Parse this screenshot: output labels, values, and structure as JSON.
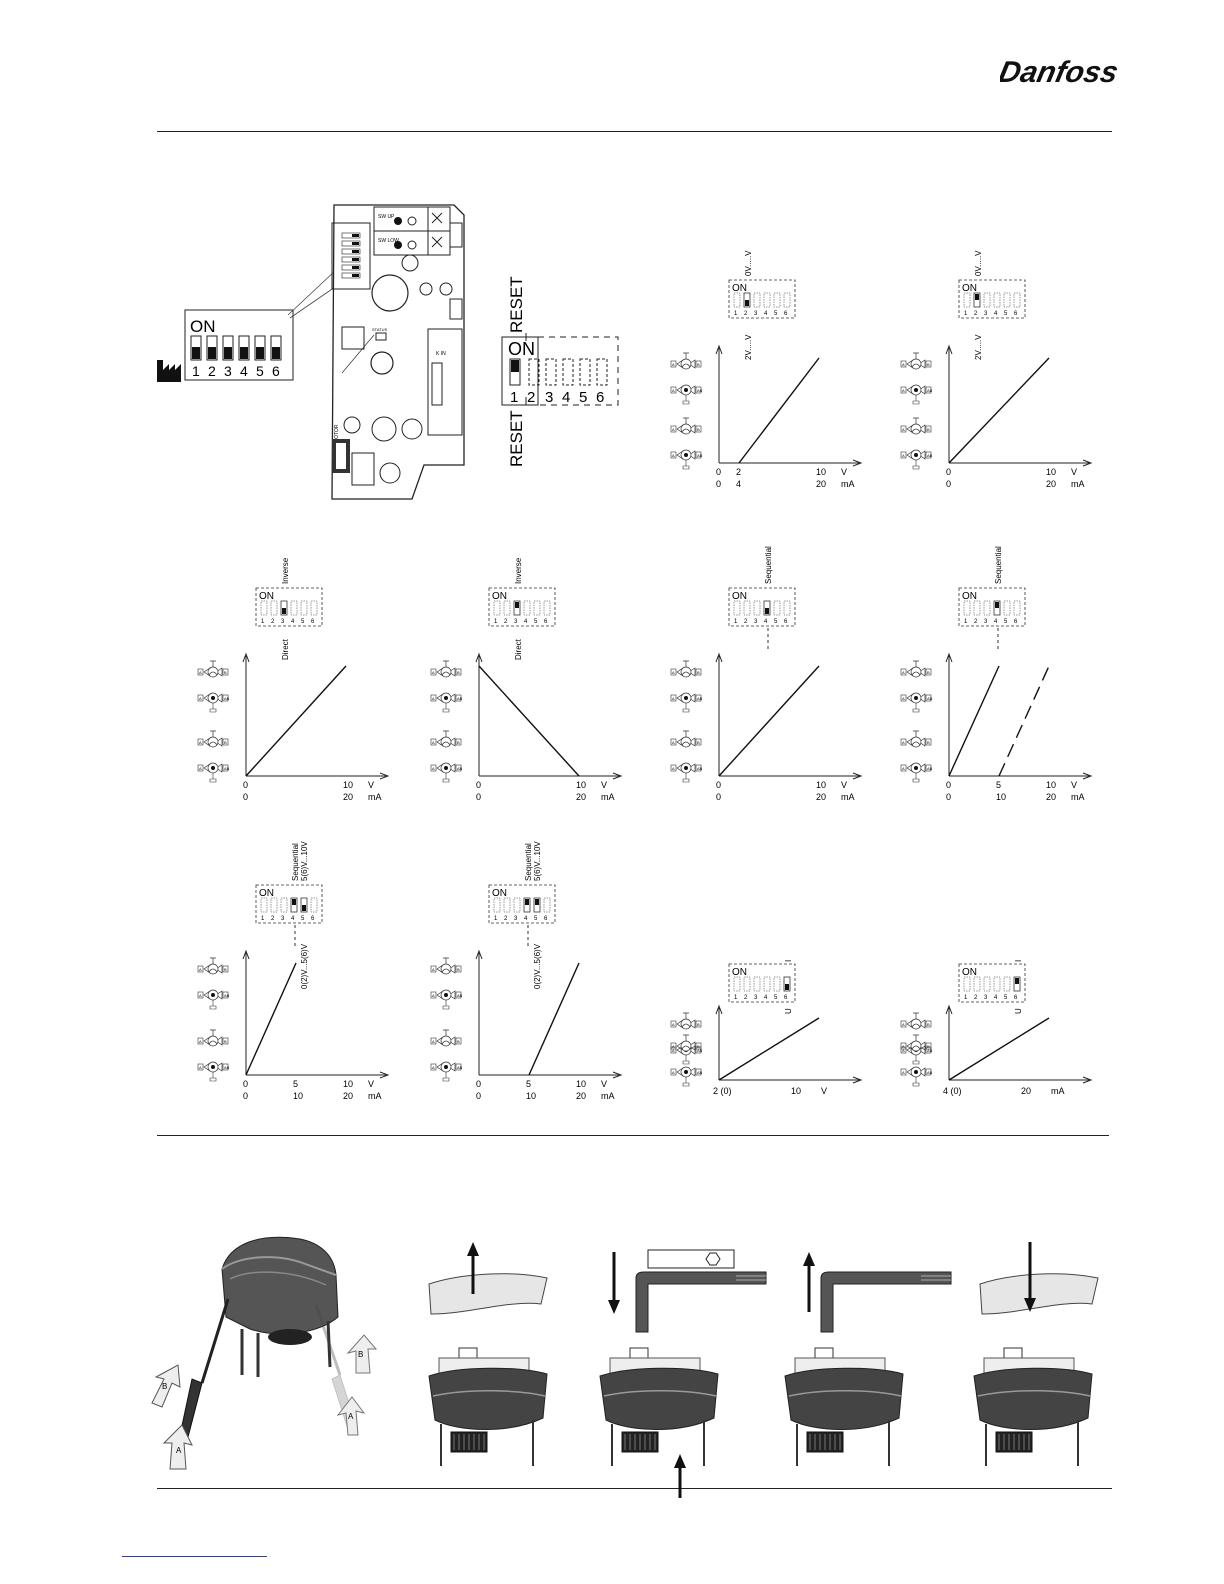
{
  "brand": {
    "logo_text": "Danfoss"
  },
  "dip": {
    "on_label": "ON",
    "positions": [
      "1",
      "2",
      "3",
      "4",
      "5",
      "6"
    ],
    "reset_label": "RESET"
  },
  "pcb": {
    "labels": [
      "SW UP",
      "SW LOW",
      "STATUS",
      "K IN",
      "MOTOR"
    ]
  },
  "switch_labels": {
    "voltage_top": "0V.....V",
    "voltage_bottom": "2V.....V",
    "inverse": "Inverse",
    "direct": "Direct",
    "sequential": "Sequential",
    "seq_high": "5(6)V...10V",
    "seq_low": "0(2)V...5(6)V",
    "u_label": "U",
    "i_label": "I"
  },
  "charts": [
    {
      "id": "chart-2-10v",
      "type": "line",
      "x_labels_v": [
        "0",
        "2",
        "10",
        "V"
      ],
      "x_labels_ma": [
        "0",
        "4",
        "20",
        "mA"
      ],
      "x": [
        2,
        10
      ],
      "y": [
        0,
        100
      ]
    },
    {
      "id": "chart-0-10v",
      "type": "line",
      "x_labels_v": [
        "0",
        "10",
        "V"
      ],
      "x_labels_ma": [
        "0",
        "20",
        "mA"
      ],
      "x": [
        0,
        10
      ],
      "y": [
        0,
        100
      ]
    },
    {
      "id": "chart-direct",
      "type": "line",
      "x_labels_v": [
        "0",
        "10",
        "V"
      ],
      "x_labels_ma": [
        "0",
        "20",
        "mA"
      ],
      "x": [
        0,
        10
      ],
      "y": [
        0,
        100
      ]
    },
    {
      "id": "chart-inverse",
      "type": "line",
      "x_labels_v": [
        "0",
        "10",
        "V"
      ],
      "x_labels_ma": [
        "0",
        "20",
        "mA"
      ],
      "x": [
        0,
        10
      ],
      "y": [
        100,
        0
      ]
    },
    {
      "id": "chart-sequential-off",
      "type": "line",
      "x_labels_v": [
        "0",
        "10",
        "V"
      ],
      "x_labels_ma": [
        "0",
        "20",
        "mA"
      ],
      "x": [
        0,
        10
      ],
      "y": [
        0,
        100
      ]
    },
    {
      "id": "chart-sequential-on",
      "type": "line",
      "x_labels_v": [
        "0",
        "5",
        "10",
        "V"
      ],
      "x_labels_ma": [
        "0",
        "10",
        "20",
        "mA"
      ],
      "series": [
        {
          "x": [
            0,
            5
          ],
          "y": [
            0,
            100
          ]
        },
        {
          "x": [
            5,
            10
          ],
          "y": [
            0,
            100
          ],
          "dashed": true
        }
      ]
    },
    {
      "id": "chart-seq-low",
      "type": "line",
      "x_labels_v": [
        "0",
        "5",
        "10",
        "V"
      ],
      "x_labels_ma": [
        "0",
        "10",
        "20",
        "mA"
      ],
      "x": [
        0,
        5
      ],
      "y": [
        0,
        100
      ]
    },
    {
      "id": "chart-seq-high",
      "type": "line",
      "x_labels_v": [
        "0",
        "5",
        "10",
        "V"
      ],
      "x_labels_ma": [
        "0",
        "10",
        "20",
        "mA"
      ],
      "x": [
        5,
        10
      ],
      "y": [
        0,
        100
      ]
    },
    {
      "id": "chart-u",
      "type": "line",
      "x_labels": [
        "2 (0)",
        "10",
        "V"
      ],
      "x": [
        2,
        10
      ],
      "y": [
        0,
        100
      ]
    },
    {
      "id": "chart-i",
      "type": "line",
      "x_labels": [
        "4 (0)",
        "20",
        "mA"
      ],
      "x": [
        4,
        20
      ],
      "y": [
        0,
        100
      ]
    }
  ],
  "valve_labels": {
    "a": "A",
    "b": "B",
    "ab": "AB"
  },
  "callouts": {
    "a": "A",
    "b": "B"
  }
}
